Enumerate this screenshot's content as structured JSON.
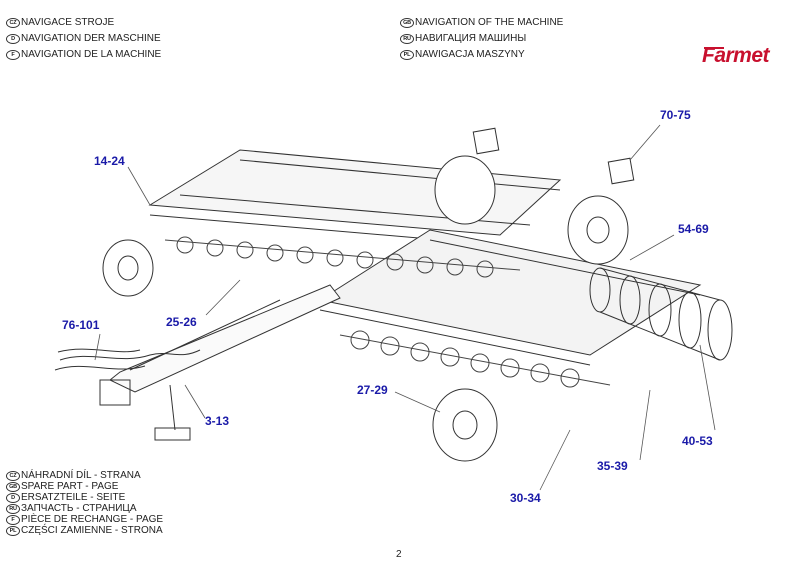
{
  "header": {
    "left": [
      {
        "code": "CZ",
        "text": "NAVIGACE STROJE"
      },
      {
        "code": "D",
        "text": "NAVIGATION DER MASCHINE"
      },
      {
        "code": "F",
        "text": "NAVIGATION DE LA MACHINE"
      }
    ],
    "right": [
      {
        "code": "GB",
        "text": "NAVIGATION OF THE MACHINE"
      },
      {
        "code": "RU",
        "text": "НАВИГАЦИЯ МАШИНЫ"
      },
      {
        "code": "PL",
        "text": "NAWIGACJA MASZYNY"
      }
    ],
    "logo": "Farmet",
    "logo_color": "#c8102e"
  },
  "callouts": {
    "c1424": "14-24",
    "c7075": "70-75",
    "c5469": "54-69",
    "c76101": "76-101",
    "c2526": "25-26",
    "c313": "3-13",
    "c2729": "27-29",
    "c4053": "40-53",
    "c3539": "35-39",
    "c3034": "30-34",
    "color": "#1a1aa8"
  },
  "footer": {
    "lines": [
      {
        "code": "CZ",
        "text": "NÁHRADNÍ DÍL - STRANA"
      },
      {
        "code": "GB",
        "text": "SPARE PART - PAGE"
      },
      {
        "code": "D",
        "text": "ERSATZTEILE - SEITE"
      },
      {
        "code": "RU",
        "text": "ЗАПЧАСТЬ - СТРАНИЦА"
      },
      {
        "code": "F",
        "text": "PIÈCE DE RECHANGE - PAGE"
      },
      {
        "code": "PL",
        "text": "CZĘŚCI ZAMIENNE - STRONA"
      }
    ],
    "page": "2"
  }
}
